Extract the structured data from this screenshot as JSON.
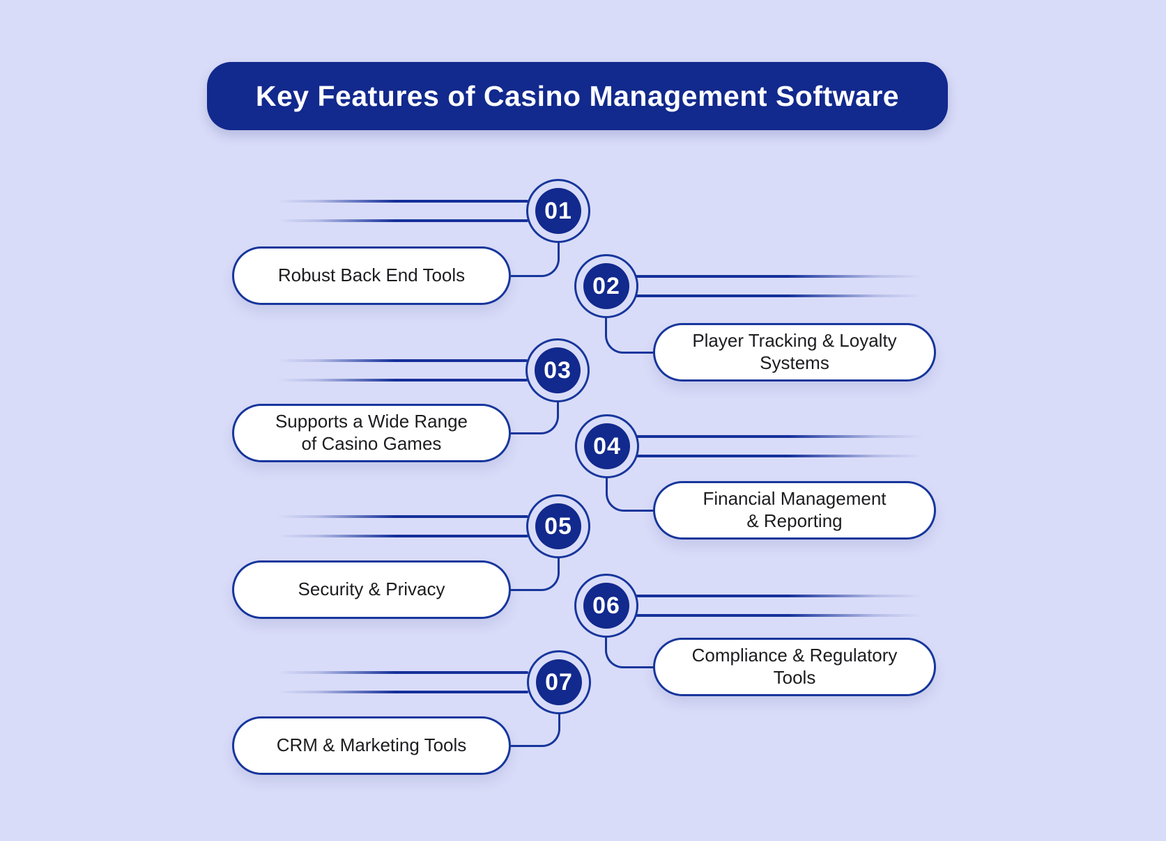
{
  "title": {
    "text": "Key Features of Casino Management Software"
  },
  "colors": {
    "background": "#d9dcf8",
    "primary_fill": "#12298d",
    "stroke": "#17369c",
    "capsule_background": "#ffffff",
    "capsule_text": "#1d1d20",
    "title_text": "#ffffff"
  },
  "items": [
    {
      "number": "01",
      "label": "Robust Back End Tools",
      "side": "left"
    },
    {
      "number": "02",
      "label": "Player Tracking & Loyalty\nSystems",
      "side": "right"
    },
    {
      "number": "03",
      "label": "Supports a Wide Range\nof Casino Games",
      "side": "left"
    },
    {
      "number": "04",
      "label": "Financial Management\n& Reporting",
      "side": "right"
    },
    {
      "number": "05",
      "label": "Security & Privacy",
      "side": "left"
    },
    {
      "number": "06",
      "label": "Compliance & Regulatory\nTools",
      "side": "right"
    },
    {
      "number": "07",
      "label": "CRM & Marketing Tools",
      "side": "left"
    }
  ]
}
